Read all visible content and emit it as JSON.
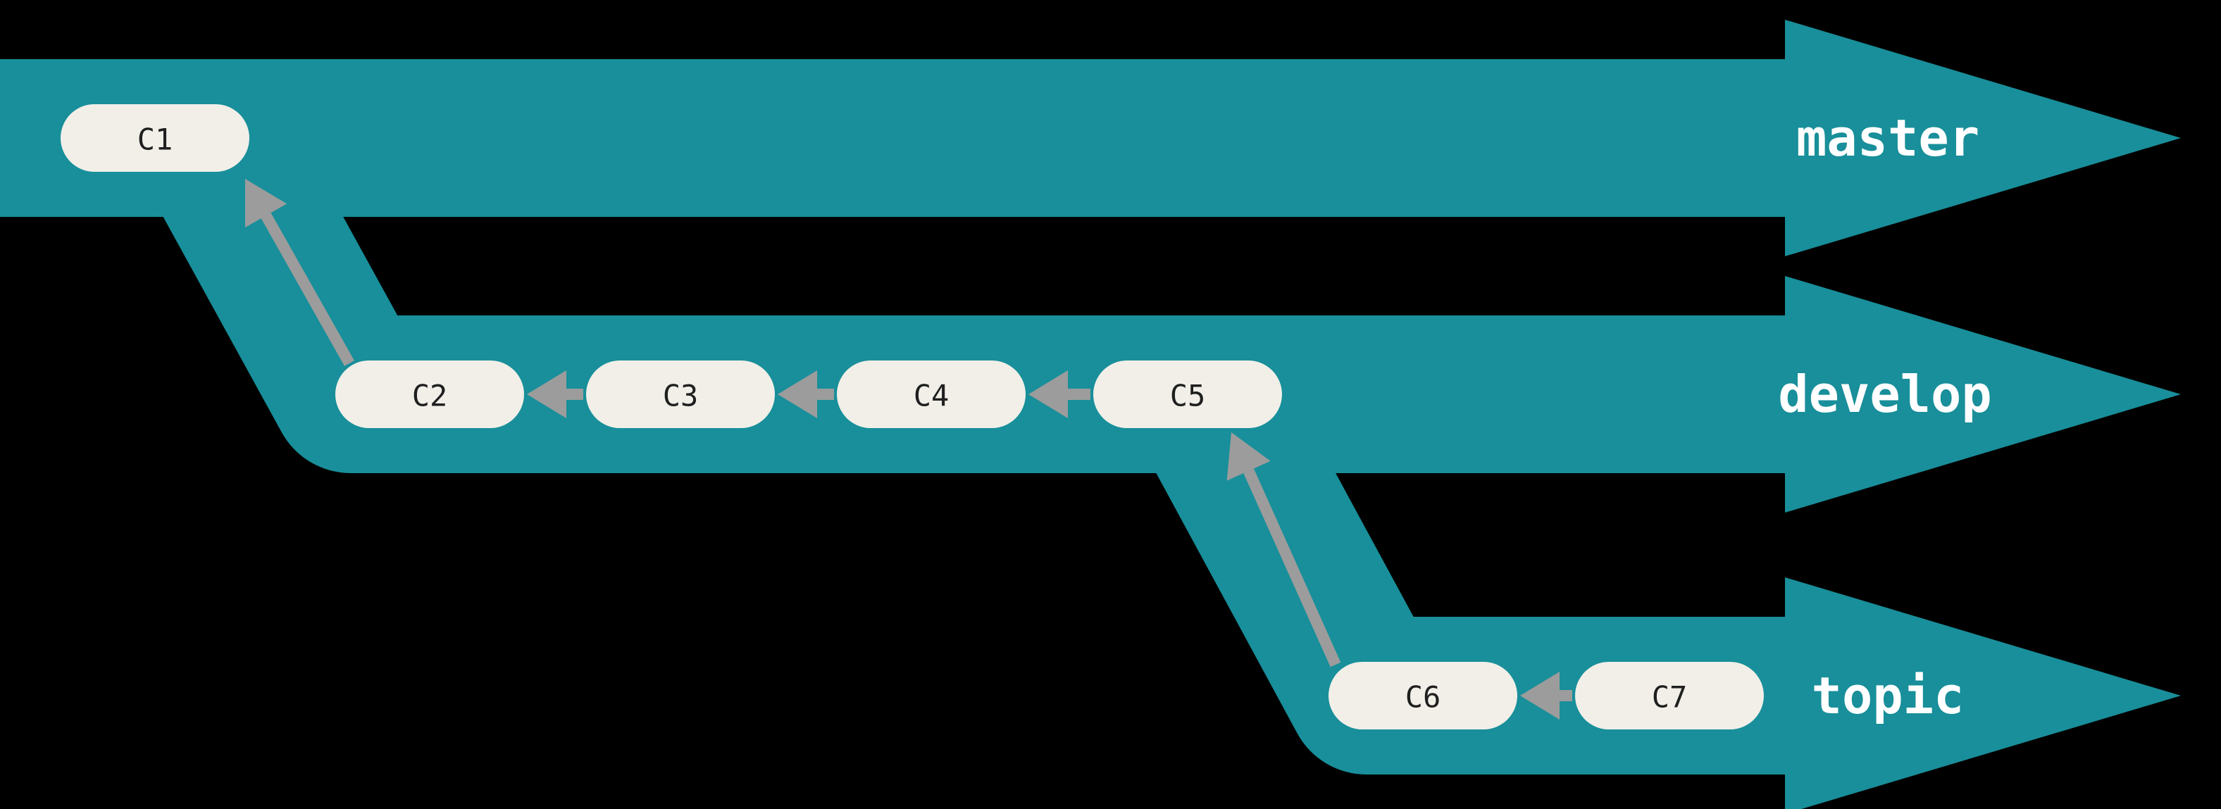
{
  "figure": {
    "type": "git-branch-silo-diagram",
    "background": "#000000",
    "branches": [
      {
        "name": "master",
        "commit_ids": [
          "C1"
        ]
      },
      {
        "name": "develop",
        "commit_ids": [
          "C2",
          "C3",
          "C4",
          "C5"
        ]
      },
      {
        "name": "topic",
        "commit_ids": [
          "C6",
          "C7"
        ]
      }
    ],
    "commits": [
      {
        "id": "C1",
        "branch": "master",
        "parent": null
      },
      {
        "id": "C2",
        "branch": "develop",
        "parent": "C1"
      },
      {
        "id": "C3",
        "branch": "develop",
        "parent": "C2"
      },
      {
        "id": "C4",
        "branch": "develop",
        "parent": "C3"
      },
      {
        "id": "C5",
        "branch": "develop",
        "parent": "C4"
      },
      {
        "id": "C6",
        "branch": "topic",
        "parent": "C5"
      },
      {
        "id": "C7",
        "branch": "topic",
        "parent": "C6"
      }
    ],
    "colors": {
      "lane_teal": "#188f9a",
      "node_fill": "#f1efe8",
      "node_text": "#1f1f1f",
      "arrow_gray": "#9c9c9c",
      "label_text": "#ffffff",
      "background": "#000000"
    }
  }
}
